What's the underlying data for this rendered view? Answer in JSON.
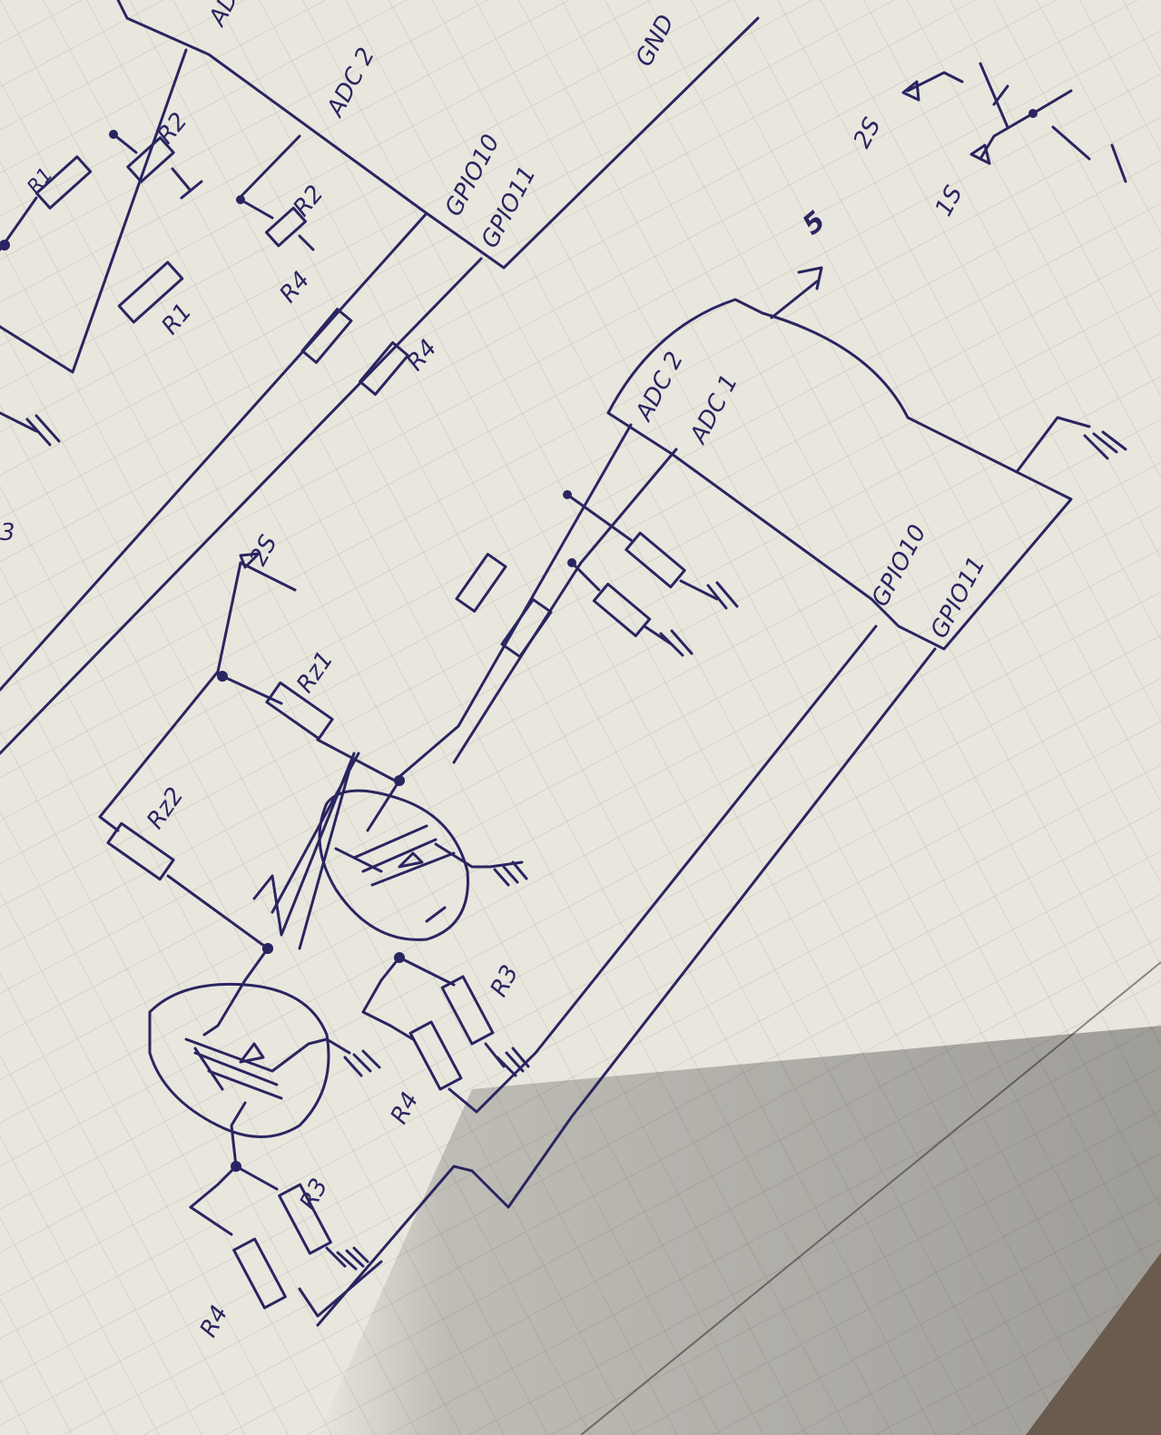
{
  "labels": {
    "top_partial": "AD",
    "adc2_top": "ADC 2",
    "gnd_top": "GND",
    "gpio10_top": "GPIO10",
    "gpio11_top": "GPIO11",
    "r1_tl": "R1",
    "r2_tl": "R2",
    "r2_mid": "R2",
    "r1_mid": "R1",
    "r4_top": "R4",
    "r4_right": "R4",
    "three_left": "3",
    "v25_top": "2S",
    "v15_top": "1S",
    "v_plus": "5",
    "adc2_main": "ADC 2",
    "adc1_main": "ADC 1",
    "gpio10_main": "GPIO10",
    "gpio11_main": "GPIO11",
    "v25_mid": "2S",
    "rz1": "Rz1",
    "rz2": "Rz2",
    "r3_right": "R3",
    "r4_bottom_mid": "R4",
    "r3_left": "R3",
    "r4_left": "R4"
  },
  "colors": {
    "paper": "#e9e6de",
    "grid": "#c9c6be",
    "ink": "#2a2560",
    "shadow": "#5a5650"
  }
}
